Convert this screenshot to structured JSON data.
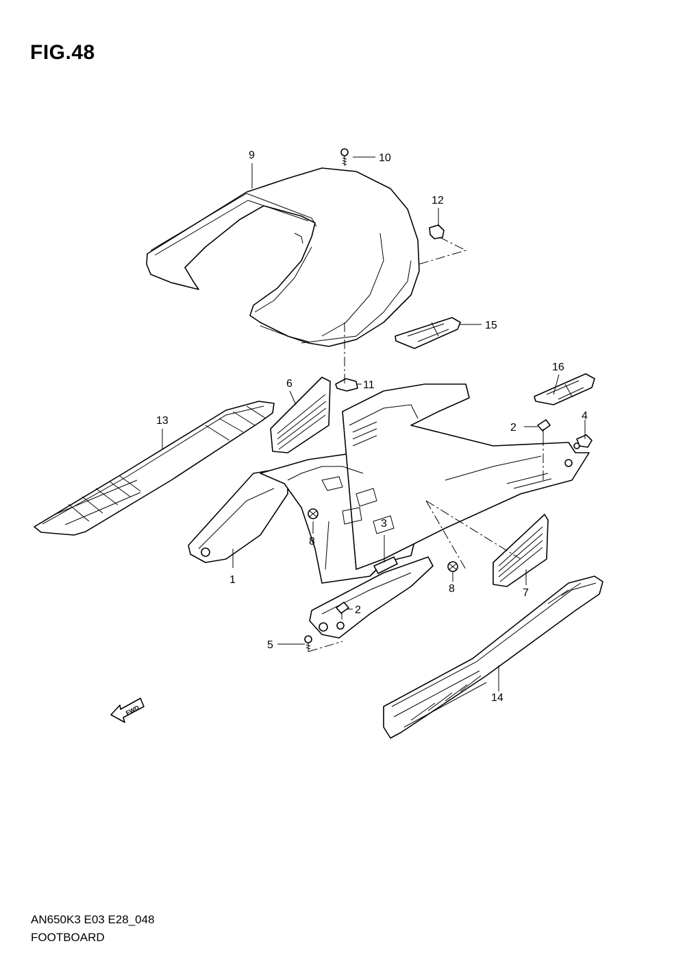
{
  "figure": {
    "title": "FIG.48"
  },
  "footer": {
    "model_code": "AN650K3 E03 E28_048",
    "section": "FOOTBOARD"
  },
  "callouts": [
    "1",
    "2",
    "2",
    "3",
    "4",
    "5",
    "6",
    "7",
    "8",
    "8",
    "9",
    "10",
    "11",
    "12",
    "13",
    "14",
    "15",
    "16"
  ],
  "fwd_label": "FWD"
}
